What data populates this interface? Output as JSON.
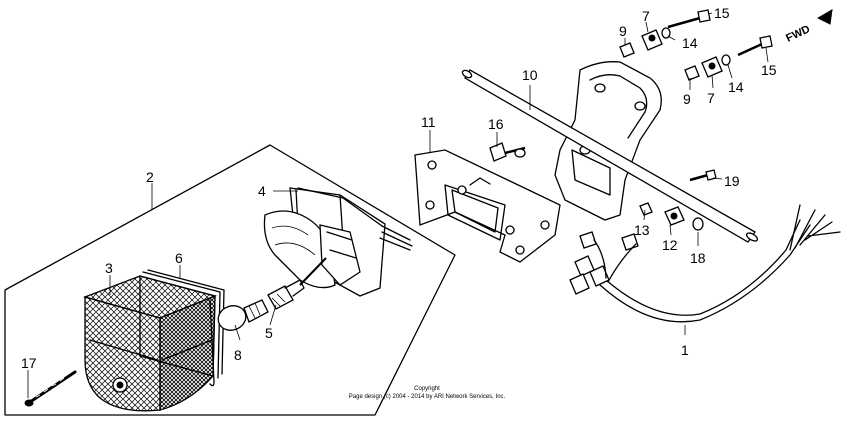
{
  "direction_label": "FWD",
  "copyright": {
    "line1": "Copyright",
    "line2": "Page design (c) 2004 - 2014 by ARI Network Services, Inc."
  },
  "callouts": [
    {
      "id": "c1",
      "text": "1"
    },
    {
      "id": "c2",
      "text": "2"
    },
    {
      "id": "c3",
      "text": "3"
    },
    {
      "id": "c4",
      "text": "4"
    },
    {
      "id": "c5",
      "text": "5"
    },
    {
      "id": "c6",
      "text": "6"
    },
    {
      "id": "c7a",
      "text": "7"
    },
    {
      "id": "c7b",
      "text": "7"
    },
    {
      "id": "c8",
      "text": "8"
    },
    {
      "id": "c9a",
      "text": "9"
    },
    {
      "id": "c9b",
      "text": "9"
    },
    {
      "id": "c10",
      "text": "10"
    },
    {
      "id": "c11",
      "text": "11"
    },
    {
      "id": "c12",
      "text": "12"
    },
    {
      "id": "c13",
      "text": "13"
    },
    {
      "id": "c14a",
      "text": "14"
    },
    {
      "id": "c14b",
      "text": "14"
    },
    {
      "id": "c15a",
      "text": "15"
    },
    {
      "id": "c15b",
      "text": "15"
    },
    {
      "id": "c16",
      "text": "16"
    },
    {
      "id": "c17",
      "text": "17"
    },
    {
      "id": "c18",
      "text": "18"
    },
    {
      "id": "c19",
      "text": "19"
    }
  ]
}
